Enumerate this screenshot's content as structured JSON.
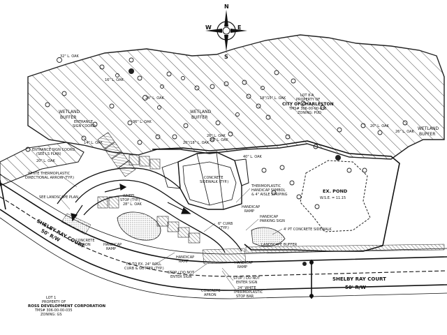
{
  "compass": {
    "n": "N",
    "s": "S",
    "e": "E",
    "w": "W"
  },
  "areas": {
    "wetland_buffer_left": [
      "WETLAND",
      "BUFFER"
    ],
    "wetland_buffer_center": [
      "WETLAND",
      "BUFFER"
    ],
    "wetland_buffer_right": [
      "WETLAND",
      "BUFFER"
    ],
    "city_lot": [
      "LOT 8-A",
      "PROPERTY OF",
      "CITY OF CHARLESTON",
      "TMS# 306-00-00-033",
      "ZONING: PUD"
    ]
  },
  "pond": {
    "title": "EX. POND",
    "elev": "W.S.E. = 11.15"
  },
  "building": {
    "sidewalk": [
      "CONCRETE",
      "SIDEWALK (TYP.)"
    ]
  },
  "notes": {
    "thermo_handicap": [
      "THERMOPLASTIC",
      "HANDICAP SYMBOL",
      "& 4\" AISLE STRIPING"
    ],
    "handicap_sign": [
      "HANDICAP",
      "PARKING SIGN"
    ],
    "handicap_ramp_top": [
      "HANDICAP",
      "RAMP"
    ],
    "handicap_ramp_left": [
      "HANDICAP",
      "RAMP"
    ],
    "handicap_ramp_bottom": [
      "HANDICAP",
      "RAMP"
    ],
    "handicap_ramp_right": [
      "HANDICAP",
      "RAMP"
    ],
    "concrete_sidewalk_right": "4' PT CONCRETE SIDEWALK",
    "landscape_buffer": "LANDSCAPE BUFFER",
    "curb": [
      "6\" CURB",
      "(TYP.)"
    ],
    "wheel_stop": [
      "WHEEL",
      "STOP (TYP.)"
    ],
    "white_thermo_arrow": [
      "WHITE THERMOPLASTIC",
      "DIRECTIONAL ARROW (TYP.)"
    ],
    "landscape_plan": "SEE LANDSCAPE PLAN",
    "entrance_sign_left": [
      "ENTRANCE SIGN COORD.",
      "(SEE LS PLAN)"
    ],
    "entrance_sign_top": [
      "ENTRANCE",
      "SIGN COORD."
    ],
    "tie_curb": [
      "TIE TO EX. 24\" ROLL",
      "CURB & GUTTER (TYP.)"
    ],
    "stop_left": [
      "STOP / DO NOT",
      "ENTER SIGN"
    ],
    "stop_right": [
      "STOP / DO NOT",
      "ENTER SIGN"
    ],
    "white_stop_bar": [
      "24\" WHITE",
      "THERMOPLASTIC",
      "STOP BAR"
    ],
    "concrete_apron_left": [
      "CONCRETE",
      "APRON"
    ],
    "concrete_apron_bottom": [
      "CONCRETE",
      "APRON"
    ]
  },
  "trees": {
    "t1": "32\" L. OAK",
    "t2": "16\" L. OAK",
    "t3": "24\" L. OAK",
    "t4": "36\" L. OAK",
    "t5": "14\" L. OAK",
    "t6": "20\" L. OAK",
    "t7": "18\"/15\" L. OAK",
    "t8": "20\" L. OAK",
    "t9": "40\" L. OAK",
    "t10": "26\" L. OAK",
    "t11": "28\" L. OAK",
    "t12": "26\" L. OAK",
    "t13": "20\" L. OAK",
    "t14": "20\"/18\" L. OAK"
  },
  "road": {
    "name_left": "SHELBY RAY COURT",
    "row_left": "50' R/W",
    "name_right": "SHELBY RAY COURT",
    "row_right": "50' R/W"
  },
  "lot1": [
    "LOT 1",
    "PROPERTY OF",
    "ROSS DEVELOPMENT CORPORATION",
    "TMS# 306-00-00-035",
    "ZONING: GS"
  ]
}
